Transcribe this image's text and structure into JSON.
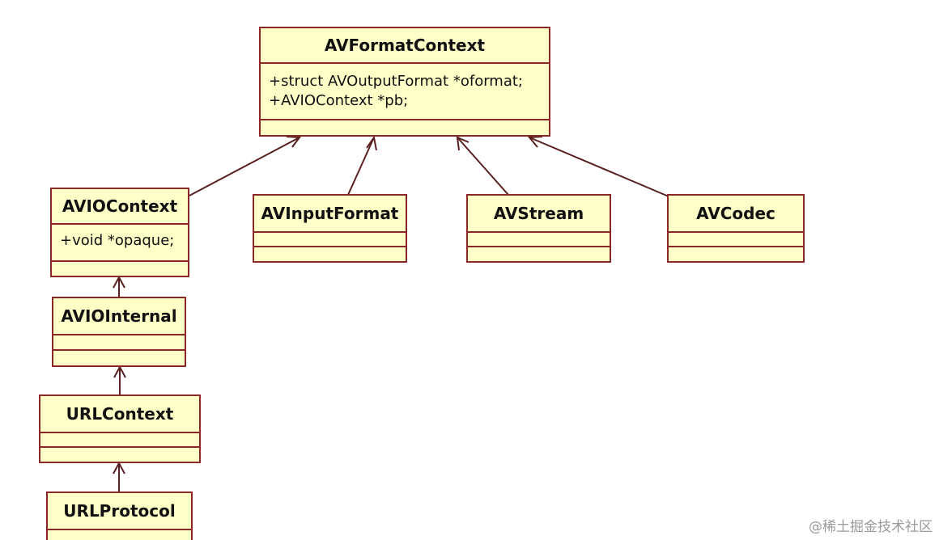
{
  "classes": {
    "avformatcontext": {
      "name": "AVFormatContext",
      "attributes": [
        "+struct AVOutputFormat *oformat;",
        "+AVIOContext *pb;"
      ]
    },
    "aviocontext": {
      "name": "AVIOContext",
      "attributes": [
        "+void *opaque;"
      ]
    },
    "avinputformat": {
      "name": "AVInputFormat",
      "attributes": []
    },
    "avstream": {
      "name": "AVStream",
      "attributes": []
    },
    "avcodec": {
      "name": "AVCodec",
      "attributes": []
    },
    "aviointernal": {
      "name": "AVIOInternal",
      "attributes": []
    },
    "urlcontext": {
      "name": "URLContext",
      "attributes": []
    },
    "urlprotocol": {
      "name": "URLProtocol",
      "attributes": []
    }
  },
  "relations": [
    {
      "from": "aviocontext",
      "to": "avformatcontext"
    },
    {
      "from": "avinputformat",
      "to": "avformatcontext"
    },
    {
      "from": "avstream",
      "to": "avformatcontext"
    },
    {
      "from": "avcodec",
      "to": "avformatcontext"
    },
    {
      "from": "aviointernal",
      "to": "aviocontext"
    },
    {
      "from": "urlcontext",
      "to": "aviointernal"
    },
    {
      "from": "urlprotocol",
      "to": "urlcontext"
    }
  ],
  "colors": {
    "box_fill": "#ffffc8",
    "box_border": "#8a2727",
    "arrow": "#5a1f1f"
  },
  "watermark": "@稀土掘金技术社区"
}
